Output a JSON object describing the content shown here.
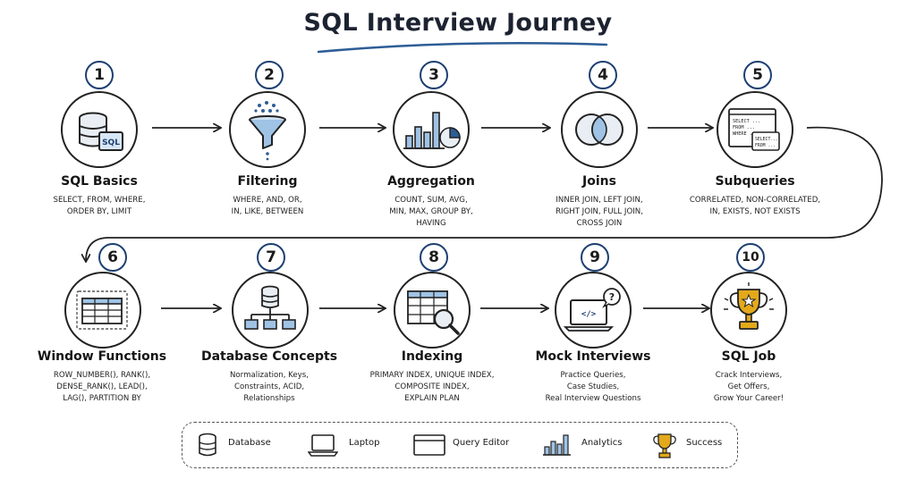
{
  "title": "SQL Interview Journey",
  "steps": [
    {
      "number": "1",
      "title": "SQL Basics",
      "icon": "database-sql-icon",
      "desc": [
        "SELECT, FROM, WHERE,",
        "ORDER BY, LIMIT"
      ]
    },
    {
      "number": "2",
      "title": "Filtering",
      "icon": "funnel-icon",
      "desc": [
        "WHERE, AND, OR,",
        "IN, LIKE, BETWEEN"
      ]
    },
    {
      "number": "3",
      "title": "Aggregation",
      "icon": "bar-chart-pie-icon",
      "desc": [
        "COUNT, SUM, AVG,",
        "MIN, MAX, GROUP BY,",
        "HAVING"
      ]
    },
    {
      "number": "4",
      "title": "Joins",
      "icon": "venn-diagram-icon",
      "desc": [
        "INNER JOIN, LEFT JOIN,",
        "RIGHT JOIN, FULL JOIN,",
        "CROSS JOIN"
      ]
    },
    {
      "number": "5",
      "title": "Subqueries",
      "icon": "nested-query-icon",
      "icon_text": {
        "outer": [
          "SELECT ...",
          "FROM ...",
          "WHERE ..."
        ],
        "inner": [
          "SELECT...",
          "FROM ..."
        ]
      },
      "desc": [
        "CORRELATED, NON-CORRELATED,",
        "IN, EXISTS, NOT EXISTS"
      ]
    },
    {
      "number": "6",
      "title": "Window Functions",
      "icon": "window-table-icon",
      "desc": [
        "ROW_NUMBER(), RANK(),",
        "DENSE_RANK(), LEAD(),",
        "LAG(), PARTITION BY"
      ]
    },
    {
      "number": "7",
      "title": "Database Concepts",
      "icon": "schema-tree-icon",
      "desc": [
        "Normalization, Keys,",
        "Constraints, ACID,",
        "Relationships"
      ]
    },
    {
      "number": "8",
      "title": "Indexing",
      "icon": "table-search-icon",
      "desc": [
        "PRIMARY INDEX, UNIQUE INDEX,",
        "COMPOSITE INDEX,",
        "EXPLAIN PLAN"
      ]
    },
    {
      "number": "9",
      "title": "Mock Interviews",
      "icon": "laptop-code-icon",
      "icon_text": {
        "code": "</>",
        "bubble": "?"
      },
      "desc": [
        "Practice Queries,",
        "Case Studies,",
        "Real Interview Questions"
      ]
    },
    {
      "number": "10",
      "title": "SQL Job",
      "icon": "trophy-icon",
      "desc": [
        "Crack Interviews,",
        "Get Offers,",
        "Grow Your Career!"
      ]
    }
  ],
  "sql_badge": "SQL",
  "legend": [
    {
      "label": "Database",
      "icon": "database-icon"
    },
    {
      "label": "Laptop",
      "icon": "laptop-icon"
    },
    {
      "label": "Query Editor",
      "icon": "query-editor-icon"
    },
    {
      "label": "Analytics",
      "icon": "analytics-icon"
    },
    {
      "label": "Success",
      "icon": "trophy-icon"
    }
  ],
  "colors": {
    "accent": "#2d5d96",
    "ink": "#222222",
    "gold": "#e3a91b",
    "light_blue": "#9fc3e5"
  }
}
